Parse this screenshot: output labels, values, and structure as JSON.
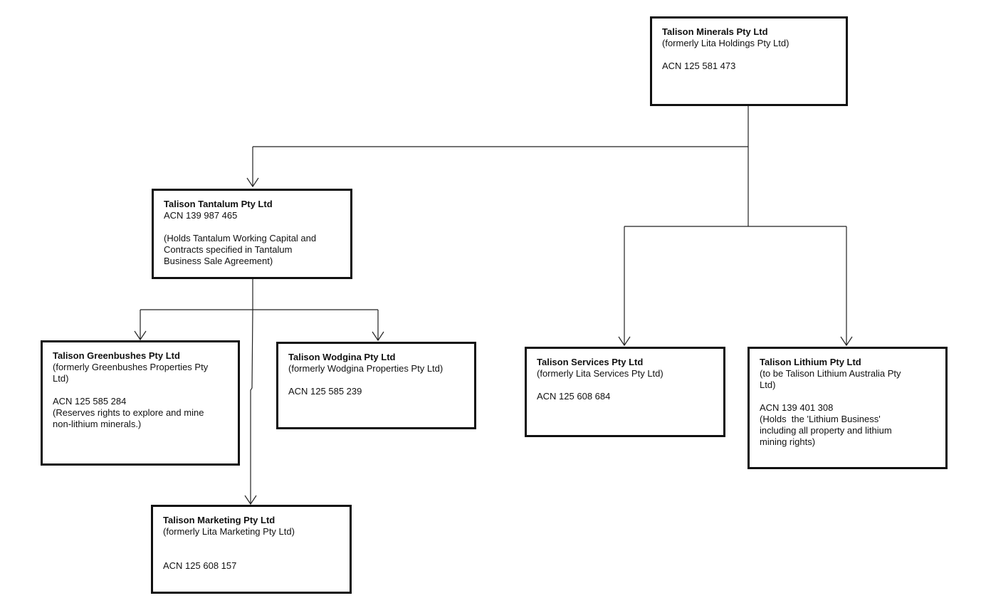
{
  "entities": {
    "minerals": {
      "name": "Talison Minerals Pty Ltd",
      "former": "(formerly Lita Holdings Pty Ltd)",
      "acn": "ACN 125 581 473"
    },
    "tantalum": {
      "name": "Talison Tantalum Pty Ltd",
      "acn": "ACN 139 987 465",
      "note_lines": [
        "(Holds Tantalum Working Capital and",
        "Contracts specified in Tantalum",
        "Business Sale Agreement)"
      ]
    },
    "greenbushes": {
      "name": "Talison Greenbushes Pty Ltd",
      "former_lines": [
        "(formerly Greenbushes Properties Pty",
        "Ltd)"
      ],
      "acn": "ACN 125 585 284",
      "note_lines": [
        "(Reserves rights to explore and mine",
        "non-lithium minerals.)"
      ]
    },
    "wodgina": {
      "name": "Talison Wodgina Pty Ltd",
      "former": "(formerly Wodgina Properties Pty Ltd)",
      "acn": "ACN 125 585 239"
    },
    "marketing": {
      "name": "Talison Marketing Pty Ltd",
      "former": "(formerly Lita Marketing Pty Ltd)",
      "acn": "ACN 125 608 157"
    },
    "services": {
      "name": "Talison Services Pty Ltd",
      "former": "(formerly Lita Services Pty Ltd)",
      "acn": "ACN 125 608 684"
    },
    "lithium": {
      "name": "Talison Lithium Pty Ltd",
      "former_lines": [
        "(to be Talison Lithium Australia Pty",
        "Ltd)"
      ],
      "acn": "ACN 139 401 308",
      "note_lines": [
        "(Holds  the 'Lithium Business'",
        "including all property and lithium",
        "mining rights)"
      ]
    }
  }
}
